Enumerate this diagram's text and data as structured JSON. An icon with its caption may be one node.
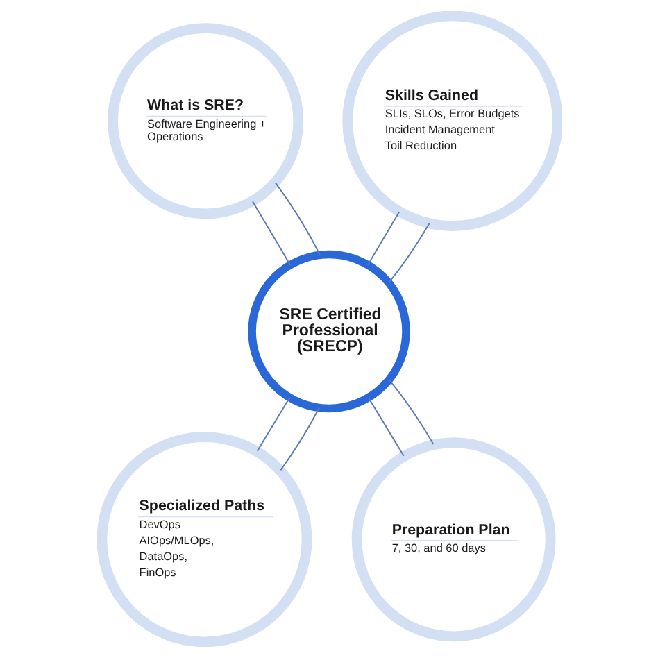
{
  "diagram": {
    "nodes": [
      {
        "text": [
          "What is SRE?",
          "Software Engineering + Operations"
        ]
      },
      {
        "text": [
          "Skills Gained",
          "SLIs, SLOs, Error Budgets",
          "Incident Management",
          "Toil Reduction"
        ]
      },
      {
        "text": [
          "SRE Certified Professional (SRECP)"
        ]
      },
      {
        "text": [
          "Specialized Paths",
          "DevOps",
          "AIOps/MLOps,",
          "DataOps,",
          "FinOps"
        ]
      },
      {
        "text": [
          "Preparation Plan",
          "7, 30, and 60 days"
        ]
      }
    ],
    "edges": [
      {
        "from": 2,
        "to": 0,
        "arrow": "none"
      },
      {
        "from": 2,
        "to": 0,
        "arrow": "none"
      },
      {
        "from": 2,
        "to": 1,
        "arrow": "none"
      },
      {
        "from": 2,
        "to": 1,
        "arrow": "none"
      },
      {
        "from": 2,
        "to": 3,
        "arrow": "none"
      },
      {
        "from": 2,
        "to": 3,
        "arrow": "none"
      },
      {
        "from": 2,
        "to": 4,
        "arrow": "none"
      },
      {
        "from": 2,
        "to": 4,
        "arrow": "none"
      }
    ]
  }
}
